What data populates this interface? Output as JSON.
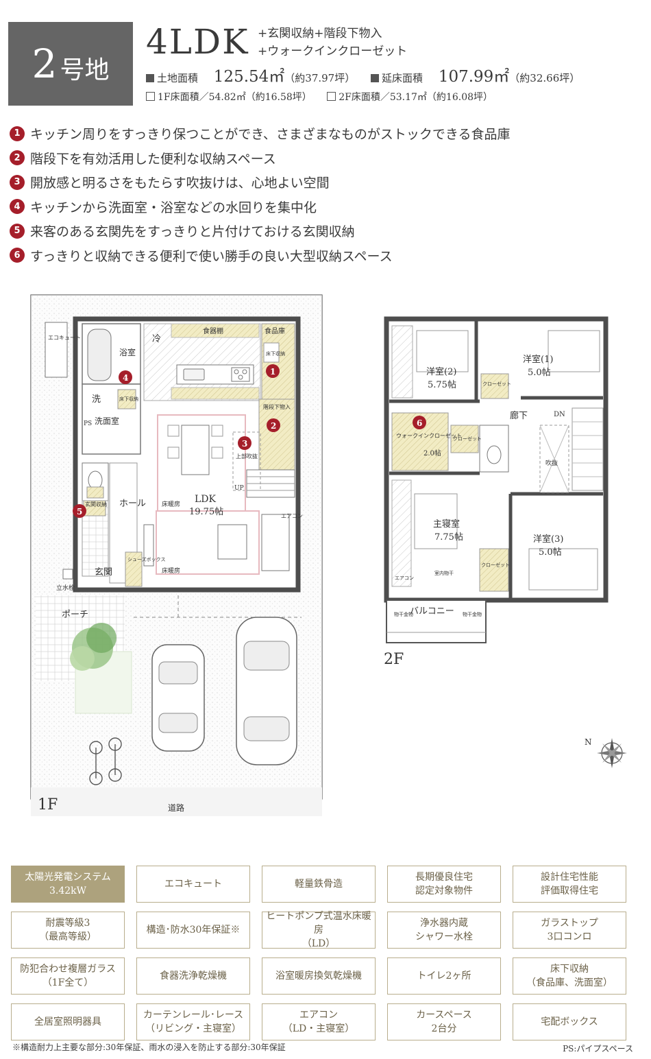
{
  "header": {
    "lot_number": "2",
    "lot_label": "号地",
    "plan_type": "4LDK",
    "plan_extras": [
      "+玄関収納+階段下物入",
      "+ウォークインクローゼット"
    ],
    "land_area_label": "土地面積",
    "land_area_value": "125.54㎡",
    "land_area_tsubo": "（約37.97坪）",
    "floor_area_label": "延床面積",
    "floor_area_value": "107.99㎡",
    "floor_area_tsubo": "（約32.66坪）",
    "floor1_area": "1F床面積／54.82㎡（約16.58坪）",
    "floor2_area": "2F床面積／53.17㎡（約16.08坪）"
  },
  "features": [
    {
      "n": "1",
      "text": "キッチン周りをすっきり保つことができ、さまざまなものがストックできる食品庫"
    },
    {
      "n": "2",
      "text": "階段下を有効活用した便利な収納スペース"
    },
    {
      "n": "3",
      "text": "開放感と明るさをもたらす吹抜けは、心地よい空間"
    },
    {
      "n": "4",
      "text": "キッチンから洗面室・浴室などの水回りを集中化"
    },
    {
      "n": "5",
      "text": "来客のある玄関先をすっきりと片付けておける玄関収納"
    },
    {
      "n": "6",
      "text": "すっきりと収納できる便利で使い勝手の良い大型収納スペース"
    }
  ],
  "floor1": {
    "label": "1F",
    "road": "道路",
    "rooms": {
      "bath": "浴室",
      "wash": "洗",
      "washroom": "洗面室",
      "ps": "PS",
      "ldk": "LDK",
      "ldk_size": "19.75帖",
      "floor_heat1": "床暖房",
      "floor_heat2": "床暖房",
      "hall": "ホール",
      "entrance": "玄関",
      "porch": "ポーチ",
      "fridge": "冷",
      "cupboard": "食器棚",
      "pantry": "食品庫",
      "underfloor1": "床下収納",
      "underfloor2": "床下収納",
      "understair": "階段下物入",
      "void": "上部吹抜",
      "up": "UP",
      "ecocute": "エコキュート",
      "aircon": "エアコン",
      "shoebox": "シューズボックス",
      "entrance_storage": "玄関収納",
      "faucet": "立水栓"
    }
  },
  "floor2": {
    "label": "2F",
    "rooms": {
      "western2": "洋室(2)",
      "western2_size": "5.75帖",
      "western1": "洋室(1)",
      "western1_size": "5.0帖",
      "western3": "洋室(3)",
      "western3_size": "5.0帖",
      "master": "主寝室",
      "master_size": "7.75帖",
      "corridor": "廊下",
      "dn": "DN",
      "wic": "ウォークインクローゼット",
      "wic_size": "2.0帖",
      "closet": "クローゼット",
      "void": "吹抜",
      "balcony": "バルコニー",
      "dryer": "物干金物",
      "indoor_dryer": "室内物干",
      "aircon": "エアコン"
    }
  },
  "specs": [
    {
      "lines": [
        "太陽光発電システム",
        "3.42kW"
      ],
      "highlight": true
    },
    {
      "lines": [
        "エコキュート"
      ]
    },
    {
      "lines": [
        "軽量鉄骨造"
      ]
    },
    {
      "lines": [
        "長期優良住宅",
        "認定対象物件"
      ]
    },
    {
      "lines": [
        "設計住宅性能",
        "評価取得住宅"
      ]
    },
    {
      "lines": [
        "耐震等級3",
        "（最高等級）"
      ]
    },
    {
      "lines": [
        "構造･防水30年保証※"
      ]
    },
    {
      "lines": [
        "ヒートポンプ式温水床暖房",
        "（LD）"
      ]
    },
    {
      "lines": [
        "浄水器内蔵",
        "シャワー水栓"
      ]
    },
    {
      "lines": [
        "ガラストップ",
        "3口コンロ"
      ]
    },
    {
      "lines": [
        "防犯合わせ複層ガラス",
        "（1F全て）"
      ]
    },
    {
      "lines": [
        "食器洗浄乾燥機"
      ]
    },
    {
      "lines": [
        "浴室暖房換気乾燥機"
      ]
    },
    {
      "lines": [
        "トイレ2ヶ所"
      ]
    },
    {
      "lines": [
        "床下収納",
        "（食品庫、洗面室）"
      ]
    },
    {
      "lines": [
        "全居室照明器具"
      ]
    },
    {
      "lines": [
        "カーテンレール･レース",
        "（リビング・主寝室）"
      ]
    },
    {
      "lines": [
        "エアコン",
        "（LD・主寝室）"
      ]
    },
    {
      "lines": [
        "カースペース",
        "2台分"
      ]
    },
    {
      "lines": [
        "宅配ボックス"
      ]
    }
  ],
  "footnote": "※構造耐力上主要な部分:30年保証、雨水の浸入を防止する部分:30年保証",
  "ps_note": "PS:パイプスペース",
  "compass": "N",
  "colors": {
    "badge": "#656565",
    "marker": "#a51e2a",
    "spec_border": "#b8ad8c",
    "spec_highlight": "#ada27d",
    "storage": "#f2ecc4"
  }
}
